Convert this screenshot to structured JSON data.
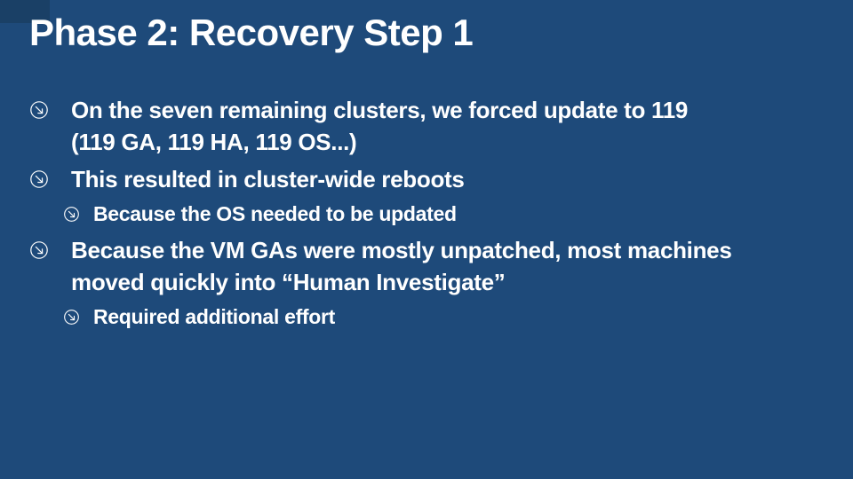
{
  "slide": {
    "title": "Phase 2: Recovery Step 1",
    "bullets": [
      {
        "level": 1,
        "icon": "circled-down-right-arrow-icon",
        "text": "On the seven remaining clusters, we forced update to 119\n(119 GA, 119 HA, 119 OS...)"
      },
      {
        "level": 1,
        "icon": "circled-down-right-arrow-icon",
        "text": "This resulted in cluster-wide reboots"
      },
      {
        "level": 2,
        "icon": "circled-down-right-arrow-icon",
        "text": "Because the OS needed to be updated"
      },
      {
        "level": 1,
        "icon": "circled-down-right-arrow-icon",
        "text": "Because the VM GAs were mostly unpatched, most machines\nmoved quickly into “Human Investigate”"
      },
      {
        "level": 2,
        "icon": "circled-down-right-arrow-icon",
        "text": "Required additional effort"
      }
    ]
  },
  "colors": {
    "background": "#1E4A7A",
    "text": "#FFFFFF",
    "corner_accent": "#1A4066"
  }
}
